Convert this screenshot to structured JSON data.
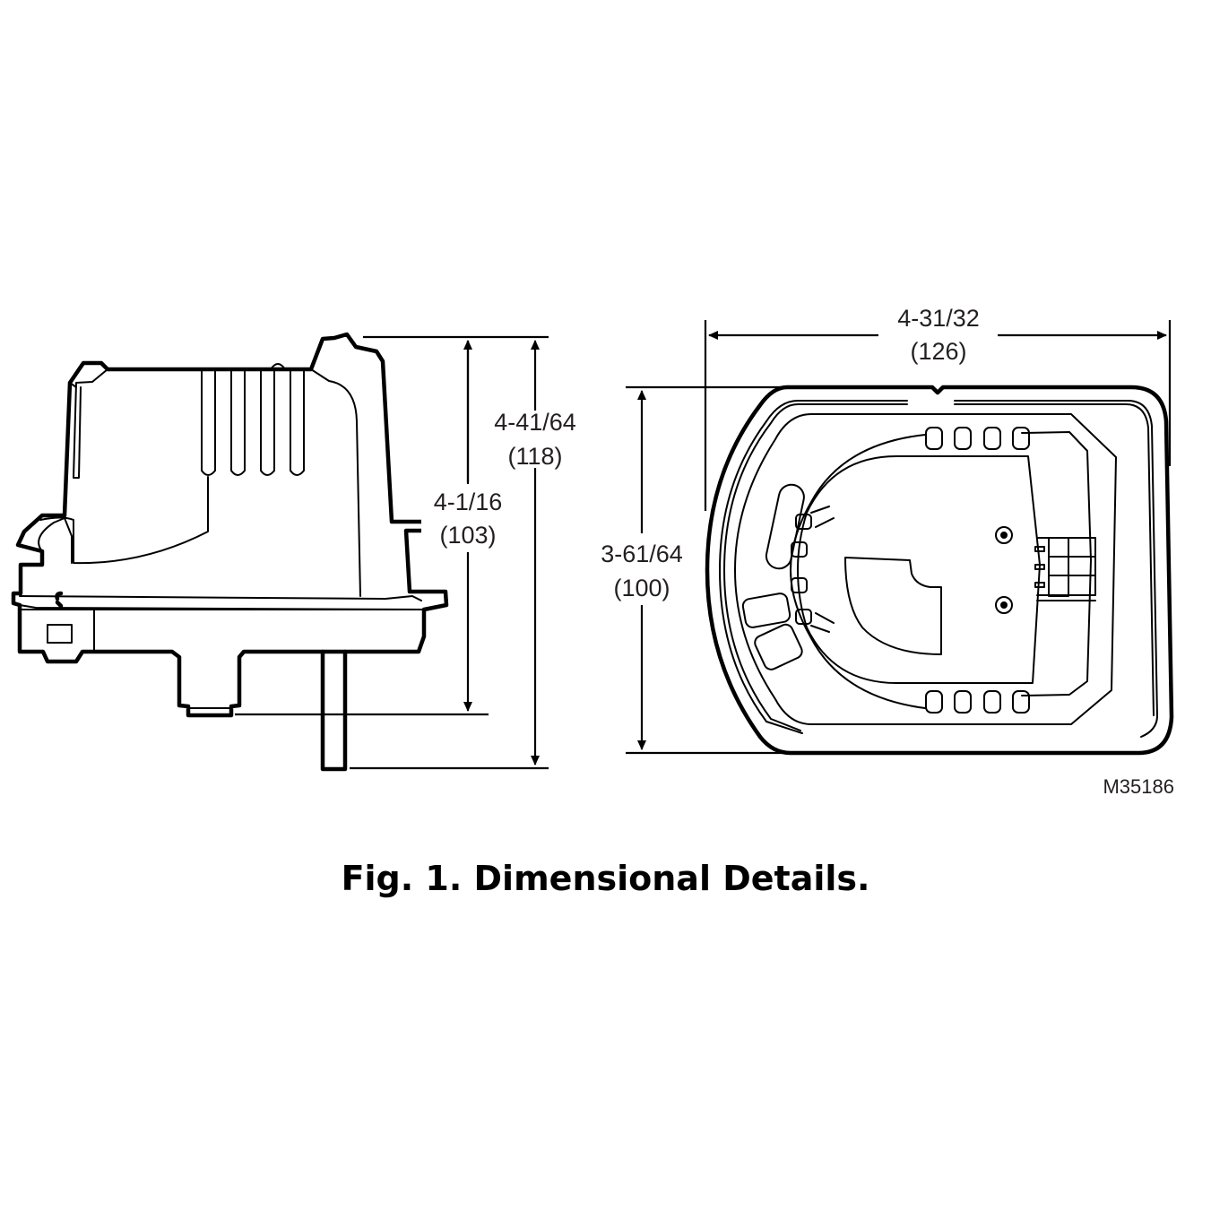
{
  "figure": {
    "caption": "Fig. 1. Dimensional Details.",
    "reference_code": "M35186",
    "side_view": {
      "overall_height": {
        "inches": "4-41/64",
        "mm": "(118)"
      },
      "body_height": {
        "inches": "4-1/16",
        "mm": "(103)"
      }
    },
    "top_view": {
      "width": {
        "inches": "4-31/32",
        "mm": "(126)"
      },
      "depth": {
        "inches": "3-61/64",
        "mm": "(100)"
      }
    }
  }
}
